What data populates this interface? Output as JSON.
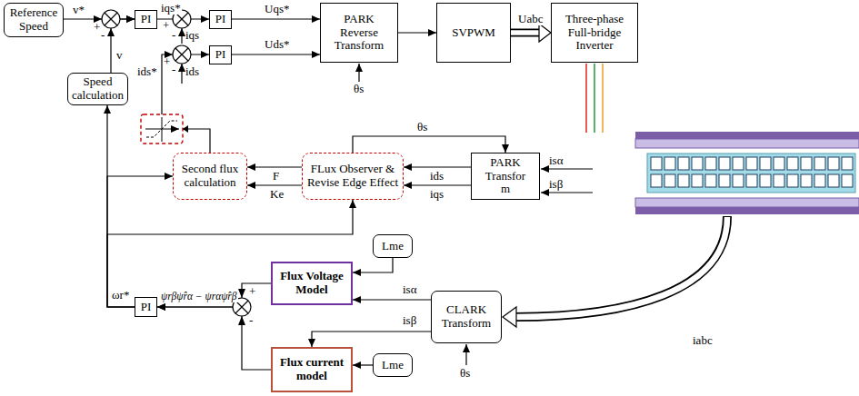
{
  "diagram": {
    "nodes": [
      {
        "text": [
          "Reference Speed"
        ]
      },
      {
        "text": [
          "PI"
        ]
      },
      {
        "text": [
          "PI"
        ]
      },
      {
        "text": [
          "PARK Reverse Transform"
        ]
      },
      {
        "text": [
          "SVPWM"
        ]
      },
      {
        "text": [
          "Three-phase Full-bridge Inverter"
        ]
      },
      {
        "text": [
          "PI"
        ]
      },
      {
        "text": [
          "Speed calculation"
        ]
      },
      {
        "text": [
          "Second flux calculation"
        ]
      },
      {
        "text": [
          "FLux Observer & Revise Edge Effect"
        ]
      },
      {
        "text": [
          "PARK Transfor m"
        ]
      },
      {
        "text": [
          "Flux Voltage Model"
        ]
      },
      {
        "text": [
          "Flux current model"
        ]
      },
      {
        "text": [
          "Lme"
        ]
      },
      {
        "text": [
          "Lme"
        ]
      },
      {
        "text": [
          "CLARK Transform"
        ]
      },
      {
        "text": [
          "PI"
        ]
      }
    ],
    "edges": [
      {
        "from": 0,
        "to": 1,
        "arrow": "to",
        "label": "v*"
      },
      {
        "from": 7,
        "to": 1,
        "arrow": "to",
        "label": "v"
      },
      {
        "from": 1,
        "to": 2,
        "arrow": "to",
        "label": "iqs*"
      },
      {
        "from": 2,
        "to": 3,
        "arrow": "to",
        "label": "Uqs*"
      },
      {
        "from": 6,
        "to": 3,
        "arrow": "to",
        "label": "Uds*"
      },
      {
        "from": 3,
        "to": 4,
        "arrow": "to"
      },
      {
        "from": 4,
        "to": 5,
        "arrow": "to",
        "label": "Uabc"
      },
      {
        "from": 8,
        "to": 6,
        "arrow": "to",
        "label": "ids*"
      },
      {
        "from": 9,
        "to": 8,
        "arrow": "to",
        "label": "F"
      },
      {
        "from": 9,
        "to": 8,
        "arrow": "to",
        "label": "Ke"
      },
      {
        "from": 10,
        "to": 9,
        "arrow": "to",
        "label": "ids"
      },
      {
        "from": 10,
        "to": 9,
        "arrow": "to",
        "label": "iqs"
      },
      {
        "from": 9,
        "to": 10,
        "arrow": "to",
        "label": "θs"
      },
      {
        "from": 16,
        "to": 7,
        "arrow": "to",
        "label": "ωr*"
      },
      {
        "from": 16,
        "to": 8,
        "arrow": "to"
      },
      {
        "from": 16,
        "to": 9,
        "arrow": "to"
      },
      {
        "from": 11,
        "to": 16,
        "arrow": "to",
        "label": "ψrβψ̂rα − ψrαψ̂rβ"
      },
      {
        "from": 12,
        "to": 16,
        "arrow": "to"
      },
      {
        "from": 13,
        "to": 11,
        "arrow": "to"
      },
      {
        "from": 14,
        "to": 12,
        "arrow": "to"
      },
      {
        "from": 15,
        "to": 11,
        "arrow": "to",
        "label": "isα"
      },
      {
        "from": 15,
        "to": 12,
        "arrow": "to",
        "label": "isβ"
      }
    ],
    "labels": [
      "+",
      "-",
      "+",
      "-",
      "iqs",
      "+",
      "-",
      "ids",
      "θs",
      "isα",
      "isβ",
      "+",
      "-",
      "iabc",
      "θs"
    ]
  }
}
